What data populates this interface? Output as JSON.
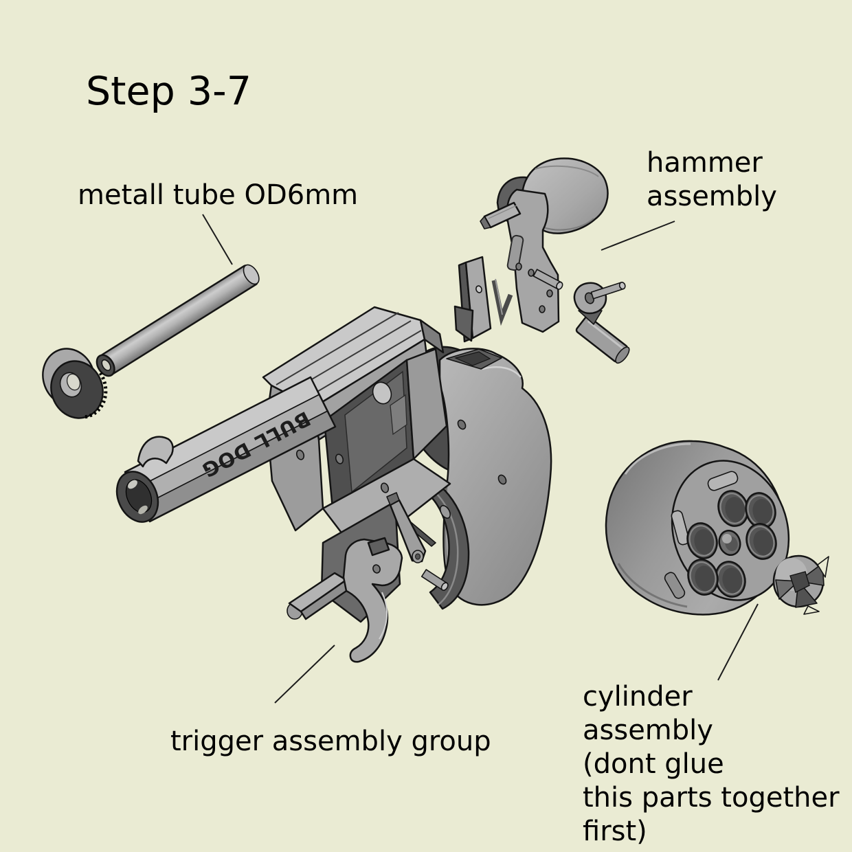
{
  "page": {
    "title": "Step 3-7",
    "background": "#eaebd3"
  },
  "labels": {
    "metal_tube": "metall tube OD6mm",
    "hammer": {
      "lines": [
        "hammer",
        "assembly"
      ]
    },
    "trigger": "trigger assembly group",
    "cylinder": {
      "lines": [
        "cylinder",
        "assembly",
        "(dont glue",
        "this parts together",
        "first)"
      ]
    }
  },
  "engravings": {
    "barrel": "BULL DOG"
  },
  "palette": {
    "background": "#eaebd3",
    "outline": "#141414",
    "part_light": "#c9c9c9",
    "part_mid": "#a6a6a6",
    "part_dark": "#5a5a5a",
    "part_darkest": "#3f3f3f",
    "text": "#000000"
  }
}
